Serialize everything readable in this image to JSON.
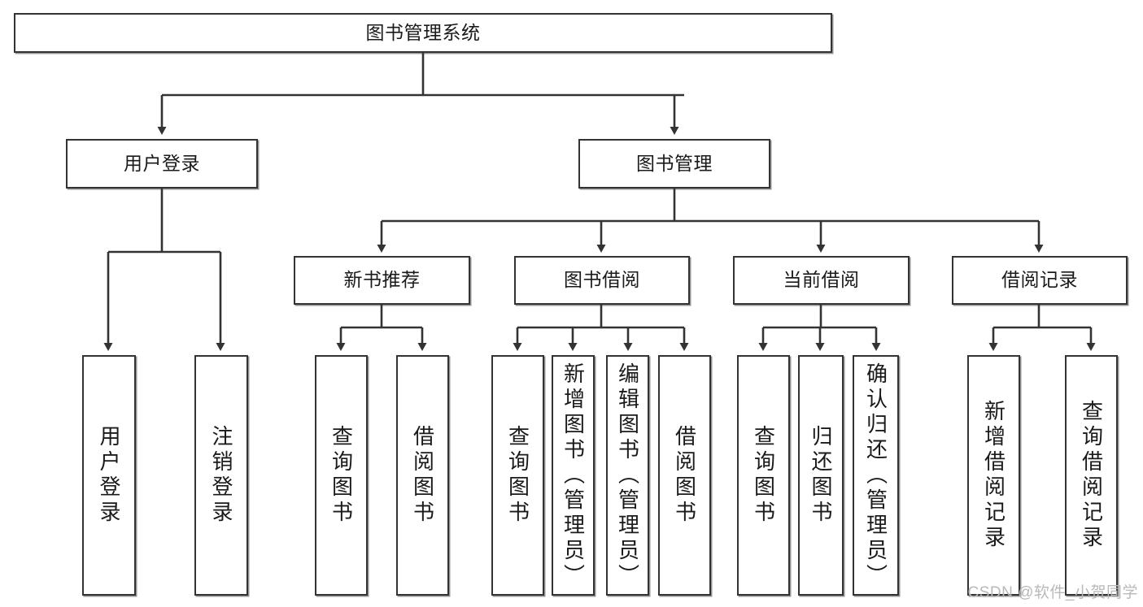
{
  "diagram": {
    "title_node": {
      "label": "图书管理系统"
    },
    "level2": [
      {
        "label": "用户登录"
      },
      {
        "label": "图书管理"
      }
    ],
    "level3": [
      {
        "label": "新书推荐"
      },
      {
        "label": "图书借阅"
      },
      {
        "label": "当前借阅"
      },
      {
        "label": "借阅记录"
      }
    ],
    "leaves": {
      "user_login": [
        {
          "label": "用户登录"
        },
        {
          "label": "注销登录"
        }
      ],
      "new_book_recommend": [
        {
          "label": "查询图书"
        },
        {
          "label": "借阅图书"
        }
      ],
      "book_borrow": [
        {
          "label": "查询图书"
        },
        {
          "label": "新增图书（管理员）"
        },
        {
          "label": "编辑图书（管理员）"
        },
        {
          "label": "借阅图书"
        }
      ],
      "current_borrow": [
        {
          "label": "查询图书"
        },
        {
          "label": "归还图书"
        },
        {
          "label": "确认归还（管理员）"
        }
      ],
      "borrow_record": [
        {
          "label": "新增借阅记录"
        },
        {
          "label": "查询借阅记录"
        }
      ]
    }
  },
  "watermark": {
    "text": "CSDN @软件_小贺同学"
  },
  "colors": {
    "stroke": "#333333",
    "text": "#1a1a1a",
    "background": "#ffffff",
    "watermark": "#b9b9b9"
  }
}
